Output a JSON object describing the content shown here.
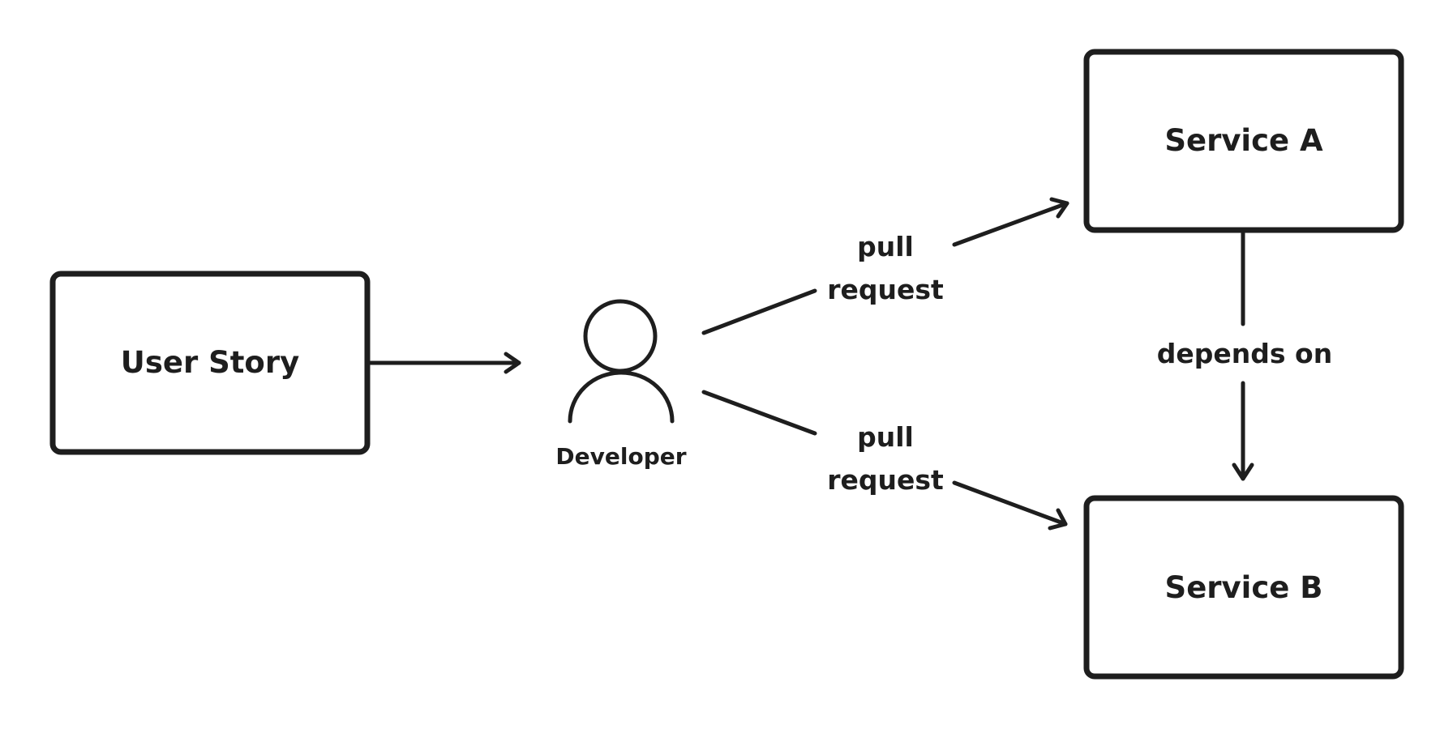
{
  "diagram": {
    "stroke_color": "#1e1e1e",
    "background": "#ffffff",
    "nodes": {
      "user_story": {
        "label": "User Story"
      },
      "developer": {
        "label": "Developer",
        "icon": "person-icon"
      },
      "service_a": {
        "label": "Service A"
      },
      "service_b": {
        "label": "Service B"
      }
    },
    "edges": {
      "story_to_dev": {
        "from": "User Story",
        "to": "Developer"
      },
      "dev_to_a": {
        "from": "Developer",
        "to": "Service A",
        "label_line1": "pull",
        "label_line2": "request"
      },
      "dev_to_b": {
        "from": "Developer",
        "to": "Service B",
        "label_line1": "pull",
        "label_line2": "request"
      },
      "a_to_b": {
        "from": "Service A",
        "to": "Service B",
        "label": "depends on"
      }
    }
  }
}
